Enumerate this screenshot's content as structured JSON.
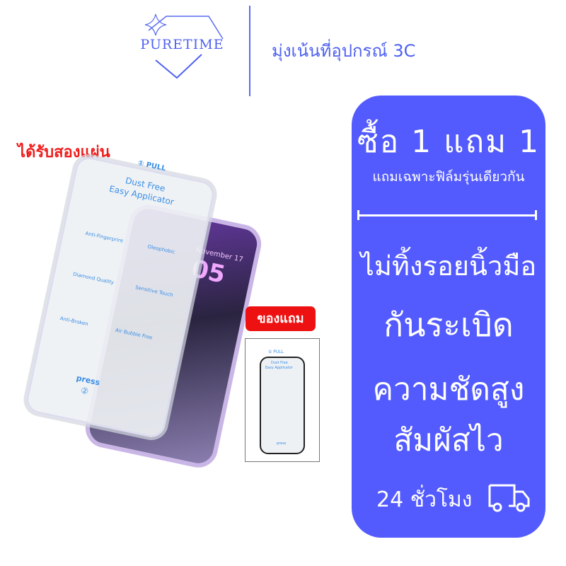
{
  "brand": {
    "logo_text": "PURETIME",
    "tagline": "มุ่งเน้นที่อุปกรณ์ 3C",
    "color": "#4f62f0"
  },
  "left": {
    "gift_label": "ได้รับสองแผ่น",
    "bonus_badge": "ของแถม",
    "applicator": {
      "pull": "① PULL",
      "title1": "Dust Free",
      "title2": "Easy Applicator",
      "features": [
        "Anti-Fingerprint",
        "Oleophobic",
        "Diamond Quality",
        "Sensitive Touch",
        "Anti-Broken",
        "Air Bubble Free"
      ],
      "press": "press",
      "step": "②"
    },
    "phone": {
      "date": "November 17",
      "time": "05"
    }
  },
  "panel": {
    "color": "#535bfe",
    "promo": "ซื้อ 1 แถม 1",
    "promo_sub": "แถมเฉพาะฟิล์มรุ่นเดียวกัน",
    "features": [
      "ไม่ทิ้งรอยนิ้วมือ",
      "กันระเบิด",
      "ความชัดสูง",
      "สัมผัสไว"
    ],
    "shipping": "24 ชั่วโมง",
    "shipping_icon": "truck-icon"
  }
}
